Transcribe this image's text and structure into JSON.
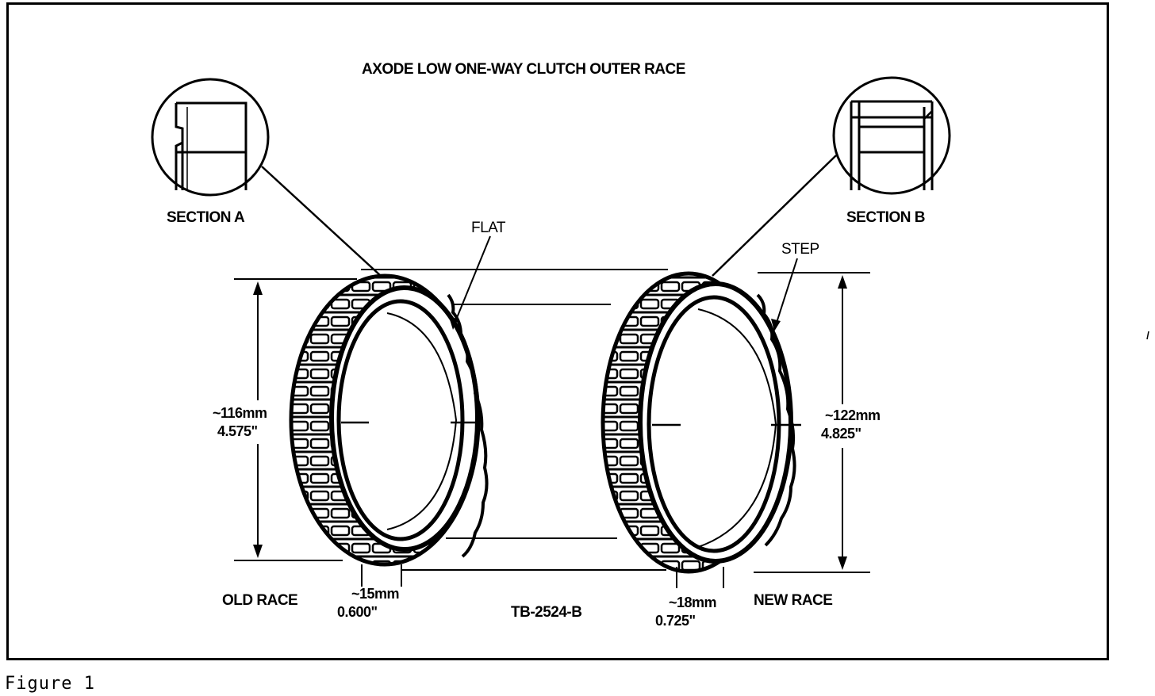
{
  "title": "AXODE LOW ONE-WAY CLUTCH OUTER RACE",
  "sections": {
    "a_label": "SECTION A",
    "b_label": "SECTION B"
  },
  "callouts": {
    "flat": "FLAT",
    "step": "STEP"
  },
  "old_race": {
    "label": "OLD RACE",
    "diameter_mm": "~116mm",
    "diameter_in": "4.575\"",
    "width_mm": "~15mm",
    "width_in": "0.600\""
  },
  "new_race": {
    "label": "NEW RACE",
    "diameter_mm": "~122mm",
    "diameter_in": "4.825\"",
    "width_mm": "~18mm",
    "width_in": "0.725\""
  },
  "part_code": "TB-2524-B",
  "caption": "Figure 1"
}
